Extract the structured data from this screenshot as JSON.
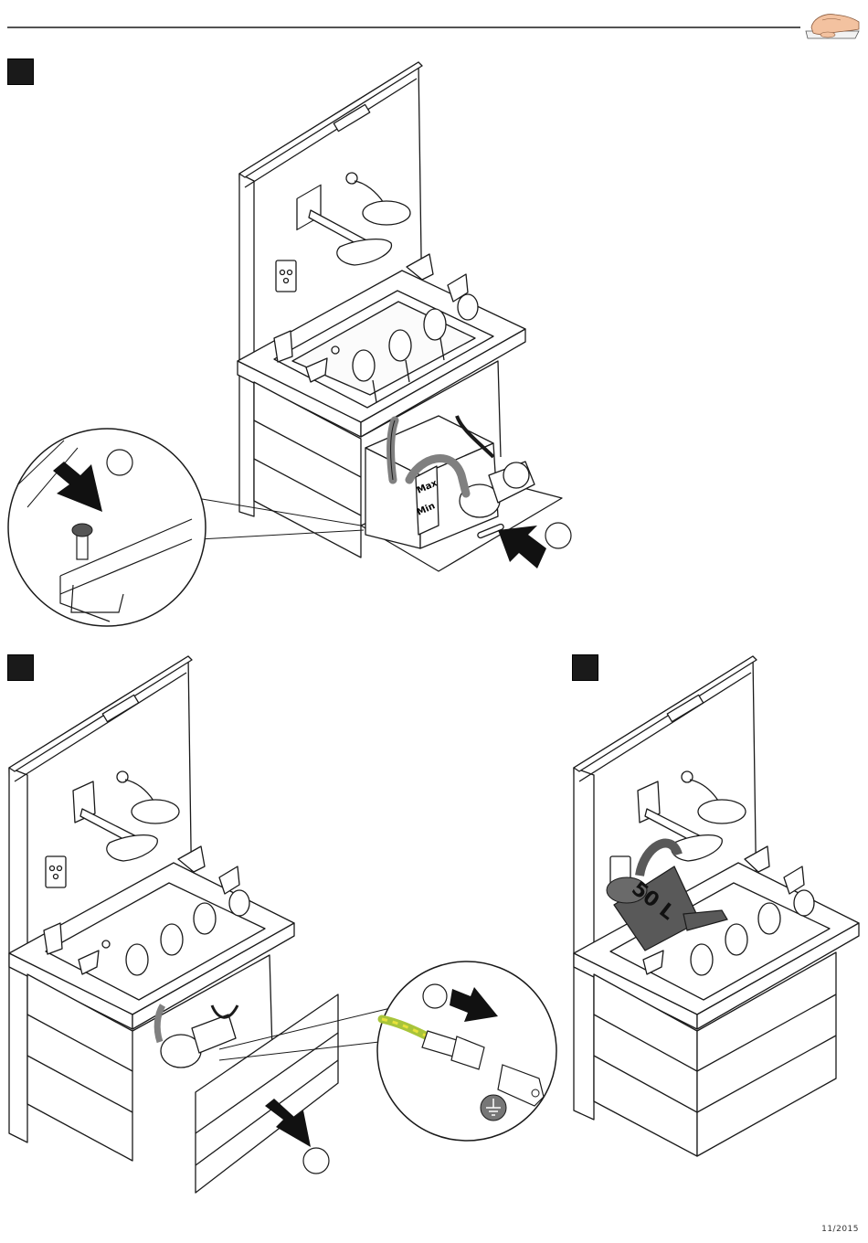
{
  "labels": {
    "tank_max": "Max",
    "tank_min": "Min",
    "canister_volume": "50 L"
  },
  "footer": {
    "page_date": "11/2015"
  },
  "icons": {
    "header": "hand-press-icon",
    "ground": "earth-ground-icon"
  },
  "colors": {
    "ink": "#1a1a1a",
    "hose_gray": "#808080",
    "ground_wire_green": "#a8c43a",
    "ground_wire_yellow": "#e8e23a",
    "canister": "#595959"
  }
}
